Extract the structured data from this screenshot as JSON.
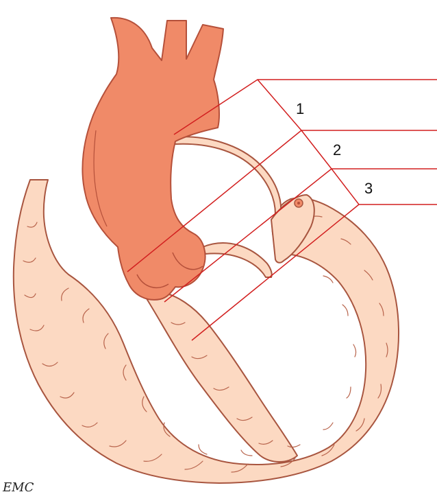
{
  "labels": [
    {
      "id": "1",
      "text": "1"
    },
    {
      "id": "2",
      "text": "2"
    },
    {
      "id": "3",
      "text": "3"
    }
  ],
  "logo": {
    "text": "EMC"
  },
  "colors": {
    "aorta_fill": "#f08a68",
    "aorta_stroke": "#b5503a",
    "muscle_fill": "#fcd9c2",
    "muscle_stroke": "#a8553f",
    "guide_line": "#d21f1f",
    "background": "#ffffff"
  }
}
